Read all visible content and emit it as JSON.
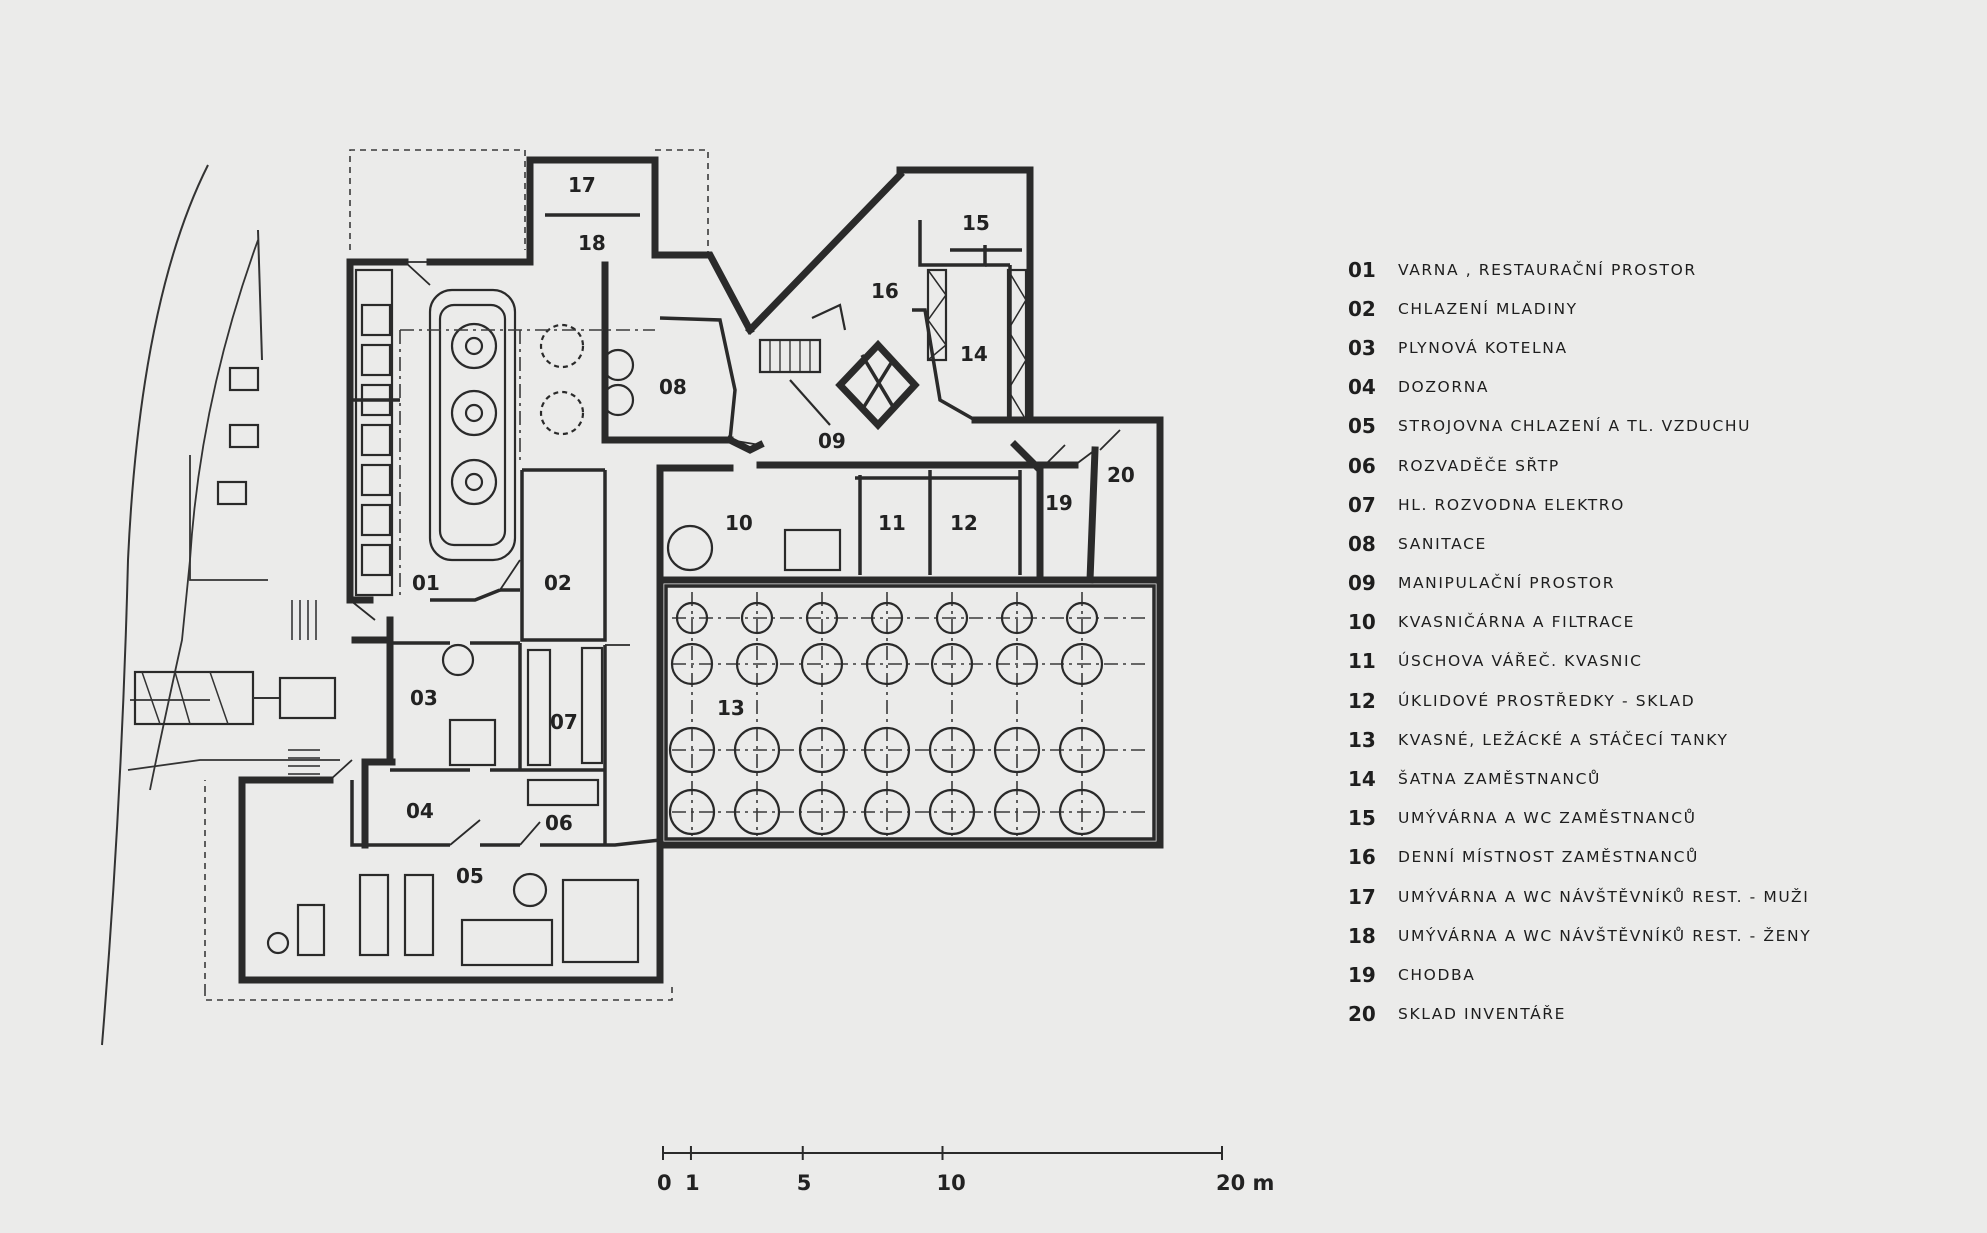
{
  "legend": [
    {
      "num": "01",
      "label": "VARNA , RESTAURAČNÍ PROSTOR"
    },
    {
      "num": "02",
      "label": "CHLAZENÍ MLADINY"
    },
    {
      "num": "03",
      "label": "PLYNOVÁ KOTELNA"
    },
    {
      "num": "04",
      "label": "DOZORNA"
    },
    {
      "num": "05",
      "label": "STROJOVNA CHLAZENÍ A TL. VZDUCHU"
    },
    {
      "num": "06",
      "label": "ROZVADĚČE SŘTP"
    },
    {
      "num": "07",
      "label": "HL. ROZVODNA ELEKTRO"
    },
    {
      "num": "08",
      "label": "SANITACE"
    },
    {
      "num": "09",
      "label": "MANIPULAČNÍ PROSTOR"
    },
    {
      "num": "10",
      "label": "KVASNIČÁRNA A FILTRACE"
    },
    {
      "num": "11",
      "label": "ÚSCHOVA VÁŘEČ. KVASNIC"
    },
    {
      "num": "12",
      "label": "ÚKLIDOVÉ PROSTŘEDKY - SKLAD"
    },
    {
      "num": "13",
      "label": "KVASNÉ, LEŽÁCKÉ A STÁČECÍ TANKY"
    },
    {
      "num": "14",
      "label": "ŠATNA ZAMĚSTNANCŮ"
    },
    {
      "num": "15",
      "label": "UMÝVÁRNA A WC ZAMĚSTNANCŮ"
    },
    {
      "num": "16",
      "label": "DENNÍ MÍSTNOST ZAMĚSTNANCŮ"
    },
    {
      "num": "17",
      "label": "UMÝVÁRNA A WC NÁVŠTĚVNÍKŮ REST. - MUŽI"
    },
    {
      "num": "18",
      "label": "UMÝVÁRNA A WC NÁVŠTĚVNÍKŮ REST. - ŽENY"
    },
    {
      "num": "19",
      "label": "CHODBA"
    },
    {
      "num": "20",
      "label": "SKLAD INVENTÁŘE"
    }
  ],
  "room_labels": {
    "r01": "01",
    "r02": "02",
    "r03": "03",
    "r04": "04",
    "r05": "05",
    "r06": "06",
    "r07": "07",
    "r08": "08",
    "r09": "09",
    "r10": "10",
    "r11": "11",
    "r12": "12",
    "r13": "13",
    "r14": "14",
    "r15": "15",
    "r16": "16",
    "r17": "17",
    "r18": "18",
    "r19": "19",
    "r20": "20"
  },
  "scale_bar": {
    "ticks": [
      {
        "label": "0",
        "value": 0
      },
      {
        "label": "1",
        "value": 1
      },
      {
        "label": "5",
        "value": 5
      },
      {
        "label": "10",
        "value": 10
      },
      {
        "label": "20 m",
        "value": 20
      }
    ]
  },
  "tank_hall": {
    "columns": 7,
    "rows": 4
  }
}
